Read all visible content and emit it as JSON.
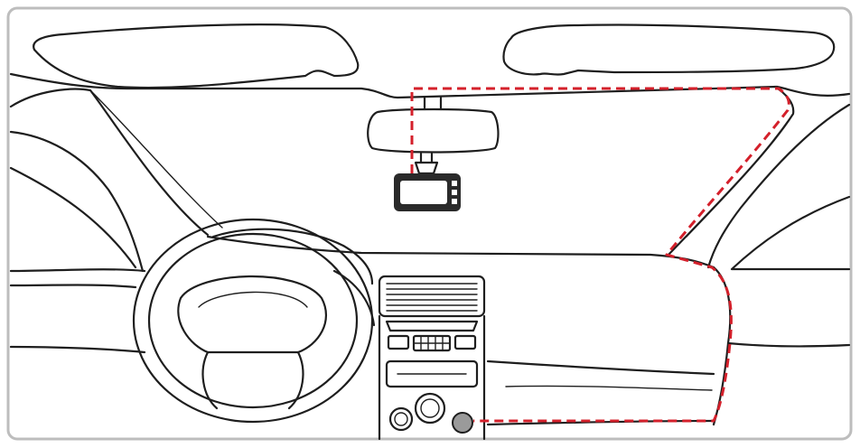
{
  "colors": {
    "border": "#bdbdbd",
    "outline": "#1e1e1e",
    "cable_route": "#d4202b",
    "power_socket": "#9a9a9a",
    "dashcam_screen": "#ffffff",
    "dashcam_body": "#2a2a2a"
  },
  "diagram": {
    "type": "line-illustration",
    "subject": "dash-cam-cable-routing",
    "components": [
      {
        "id": "windshield",
        "icon": "windshield-icon"
      },
      {
        "id": "sun-visor-left",
        "icon": "sun-visor-icon"
      },
      {
        "id": "sun-visor-right",
        "icon": "sun-visor-icon"
      },
      {
        "id": "rearview-mirror",
        "icon": "mirror-icon"
      },
      {
        "id": "dash-cam",
        "icon": "camera-icon"
      },
      {
        "id": "steering-wheel",
        "icon": "steering-wheel-icon"
      },
      {
        "id": "air-vent",
        "icon": "vent-icon"
      },
      {
        "id": "center-console",
        "icon": "console-icon"
      },
      {
        "id": "power-socket",
        "icon": "power-socket-icon"
      },
      {
        "id": "cable-route",
        "icon": "dashed-route-icon"
      }
    ]
  }
}
